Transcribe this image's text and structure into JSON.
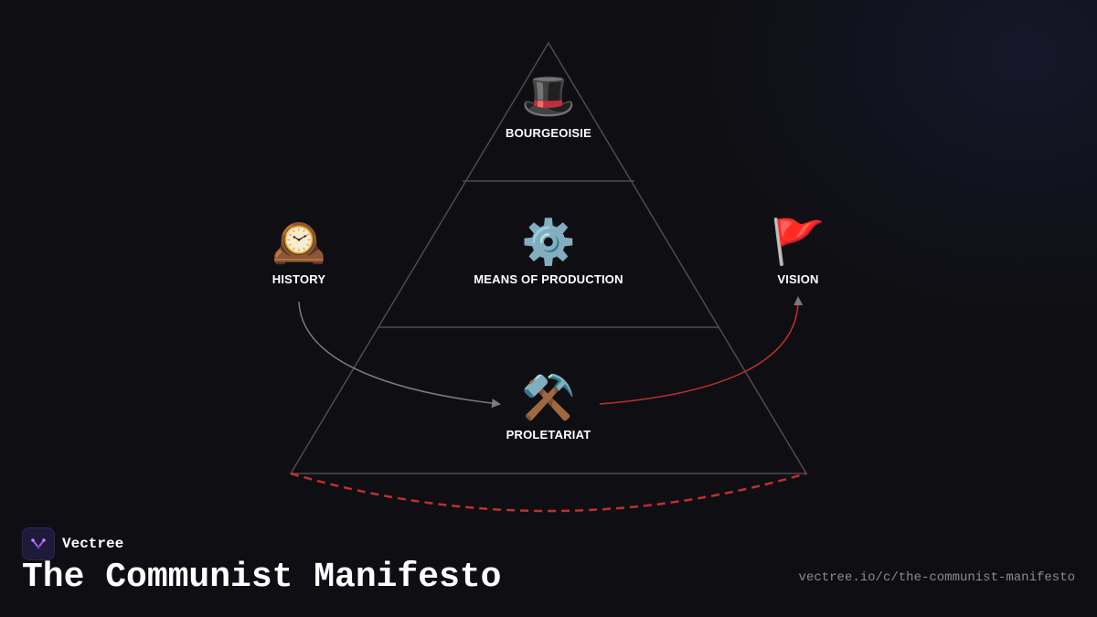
{
  "nodes": {
    "bourgeoisie": {
      "icon": "🎩",
      "icon_name": "top-hat-icon",
      "label": "BOURGEOISIE"
    },
    "means": {
      "icon": "⚙️",
      "icon_name": "gear-icon",
      "label": "MEANS OF PRODUCTION"
    },
    "proletariat": {
      "icon": "⚒️",
      "icon_name": "hammer-and-pick-icon",
      "label": "PROLETARIAT"
    },
    "history": {
      "icon": "🕰️",
      "icon_name": "mantelpiece-clock-icon",
      "label": "HISTORY"
    },
    "vision": {
      "icon": "🚩",
      "icon_name": "red-flag-icon",
      "label": "VISION"
    }
  },
  "edges": [
    {
      "from": "HISTORY",
      "to": "PROLETARIAT",
      "style": "solid",
      "color": "#7a7a80"
    },
    {
      "from": "PROLETARIAT",
      "to": "VISION",
      "style": "solid",
      "color": "#c0302e"
    },
    {
      "from": "pyramid-base-left",
      "to": "pyramid-base-right",
      "style": "dashed",
      "color": "#c0302e"
    }
  ],
  "colors": {
    "background": "#0f0f13",
    "pyramid_stroke": "#4a4a50",
    "accent_red": "#c0302e",
    "arrow_gray": "#7a7a80"
  },
  "footer": {
    "brand_name": "Vectree",
    "title": "The Communist Manifesto",
    "url": "vectree.io/c/the-communist-manifesto"
  }
}
